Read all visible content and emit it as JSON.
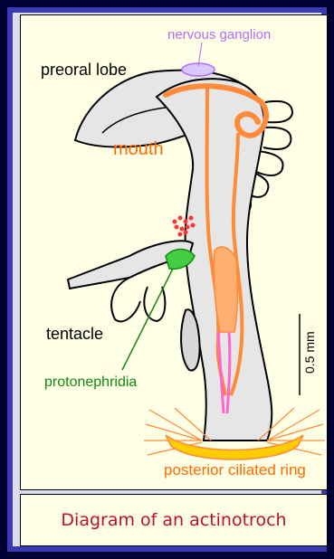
{
  "diagram": {
    "labels": {
      "nervous_ganglion": "nervous ganglion",
      "preoral_lobe": "preoral lobe",
      "mouth": "mouth",
      "tentacle": "tentacle",
      "protonephridia": "protonephridia",
      "scale": "0.5 mm",
      "posterior_ciliated_ring": "posterior ciliated ring"
    },
    "colors": {
      "purple_label": "#b36bff",
      "orange_label": "#ff6a00",
      "green_label": "#118a11",
      "gut": "#ff8a3a",
      "ring": "#ffcc00",
      "cilia": "#ff8a3a",
      "body_fill": "#e6e6e6",
      "pink": "#ff66cc"
    }
  },
  "caption": {
    "text": "Diagram of an actinotroch",
    "color": "#b8102f"
  }
}
